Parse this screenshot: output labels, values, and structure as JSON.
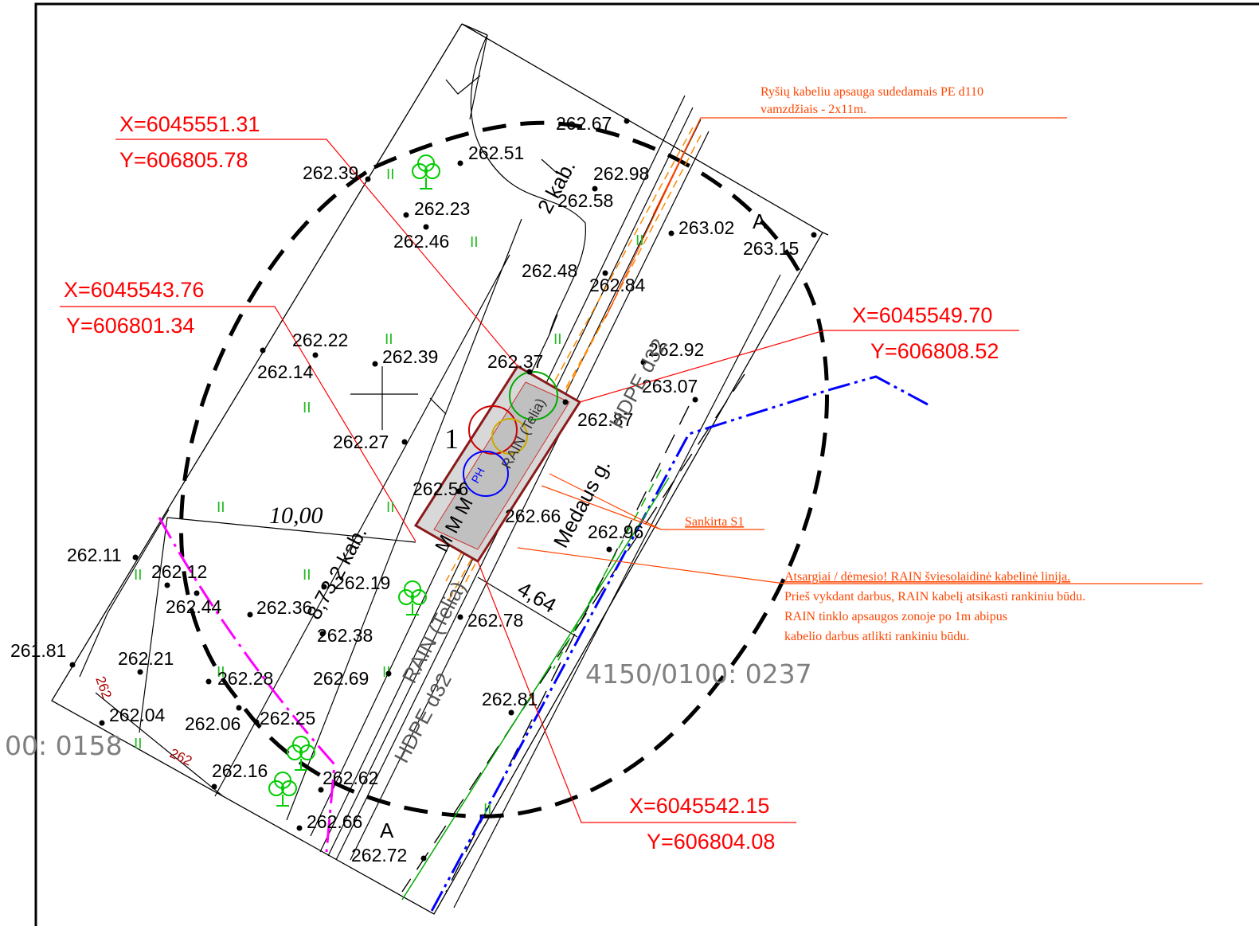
{
  "elevations": [
    {
      "text": "262.67"
    },
    {
      "text": "262.51"
    },
    {
      "text": "262.39"
    },
    {
      "text": "262.98"
    },
    {
      "text": "262.23"
    },
    {
      "text": "262.58"
    },
    {
      "text": "263.02"
    },
    {
      "text": "263.15"
    },
    {
      "text": "262.46"
    },
    {
      "text": "262.48"
    },
    {
      "text": "262.84"
    },
    {
      "text": "262.22"
    },
    {
      "text": "262.39"
    },
    {
      "text": "262.14"
    },
    {
      "text": "262.37"
    },
    {
      "text": "262.92"
    },
    {
      "text": "263.07"
    },
    {
      "text": "262.87"
    },
    {
      "text": "262.27"
    },
    {
      "text": "262.56"
    },
    {
      "text": "262.66"
    },
    {
      "text": "262.96"
    },
    {
      "text": "262.11"
    },
    {
      "text": "262.12"
    },
    {
      "text": "262.19"
    },
    {
      "text": "262.44"
    },
    {
      "text": "262.36"
    },
    {
      "text": "262.78"
    },
    {
      "text": "262.38"
    },
    {
      "text": "261.81"
    },
    {
      "text": "262.21"
    },
    {
      "text": "262.28"
    },
    {
      "text": "262.69"
    },
    {
      "text": "262.81"
    },
    {
      "text": "262.04"
    },
    {
      "text": "262.06"
    },
    {
      "text": "262.25"
    },
    {
      "text": "262.16"
    },
    {
      "text": "262.62"
    },
    {
      "text": "262.66"
    },
    {
      "text": "262.72"
    }
  ],
  "coordinates": [
    {
      "x": "X=6045551.31",
      "y": "Y=606805.78"
    },
    {
      "x": "X=6045543.76",
      "y": "Y=606801.34"
    },
    {
      "x": "X=6045549.70",
      "y": "Y=606808.52"
    },
    {
      "x": "X=6045542.15",
      "y": "Y=606804.08"
    }
  ],
  "notes": {
    "cable_protection": [
      "Ryšių kabeliu apsauga sudedamais PE d110",
      "vamzdžiais - 2x11m."
    ],
    "crossing": "Sankirta S1",
    "warning": [
      "Atsargiai / dėmesio! RAIN šviesolaidinė kabelinė linija.",
      "Prieš vykdant darbus, RAIN kabelį atsikasti rankiniu būdu.",
      "RAIN tinklo apsaugos zonoje po 1m abipus",
      "kabelio darbus atlikti rankiniu būdu."
    ]
  },
  "labels": {
    "parcel_right": "4150/0100: 0237",
    "parcel_left": "00: 0158",
    "cable_top": "2 kab.",
    "cable_left": "2 kab.",
    "street": "Medaus g.",
    "hdpe_top": "HDPE d32",
    "hdpe_bottom": "HDPE d32",
    "rain": "RAIN (Telia)",
    "section_a_top": "A",
    "section_a_bottom": "A",
    "dim_10": "10,00",
    "dim_8": "8,73",
    "dim_4": "4,64",
    "pit_number": "1",
    "ph_mark": "PH",
    "rain_box": "RAIN (Telia)",
    "mmm": "M M M",
    "contour_1": "262",
    "contour_2": "262",
    "grass": "II"
  },
  "colors": {
    "red": "#ff0000",
    "orange": "#ff4500",
    "blue": "#0000ff",
    "magenta": "#ff00ff",
    "green": "#00aa00",
    "parcel_gray": "#808080"
  }
}
